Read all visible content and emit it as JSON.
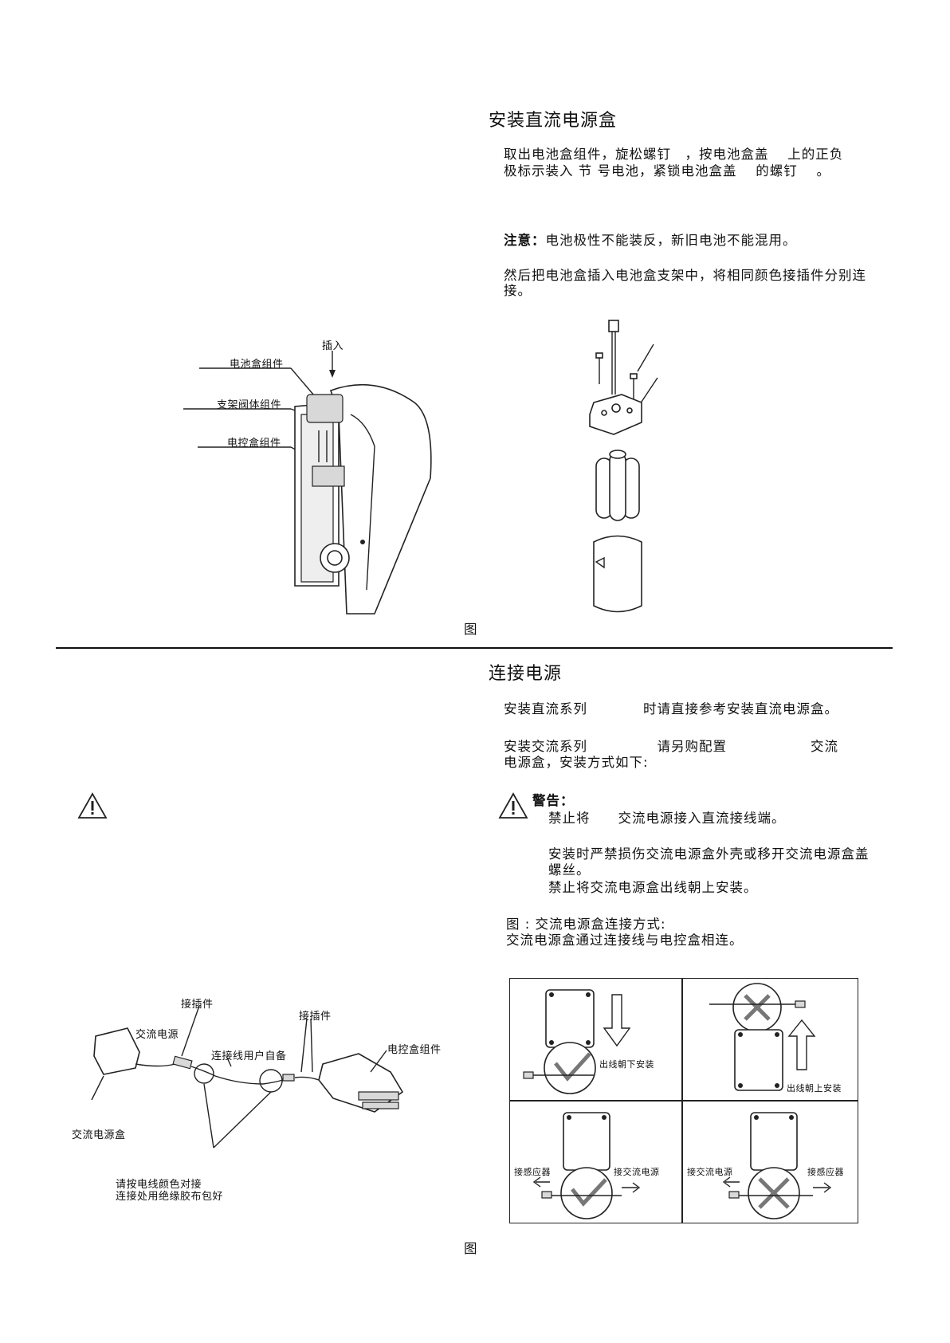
{
  "section1": {
    "title": "安装直流电源盒",
    "para1_line1": "取出电池盒组件，旋松螺钉　，按电池盒盖　 上的正负",
    "para1_line2": "极标示装入  节  号电池，紧锁电池盒盖　 的螺钉　 。",
    "note_label": "注意：",
    "note_text": "电池极性不能装反，新旧电池不能混用。",
    "para2_line1": "然后把电池盒插入电池盒支架中，将相同颜色接插件分别连",
    "para2_line2": "接。",
    "figure_label": "图"
  },
  "figure1_labels": {
    "insert": "插入",
    "battery_box": "电池盒组件",
    "bracket_valve": "支架阀体组件",
    "control_box": "电控盒组件"
  },
  "section2": {
    "title": "连接电源",
    "line_dc": "安装直流系列　　　　时请直接参考安装直流电源盒。",
    "line_ac1": "安装交流系列　　　　　请另购配置　　　　　　交流",
    "line_ac2": "电源盒，安装方式如下:",
    "warning_title": "警告：",
    "warn1": "禁止将　　交流电源接入直流接线端。",
    "warn2_line1": "安装时严禁损伤交流电源盒外壳或移开交流电源盒盖",
    "warn2_line2": "螺丝。",
    "warn3": "禁止将交流电源盒出线朝上安装。",
    "fig_caption1": "图  :  交流电源盒连接方式:",
    "fig_caption2": "交流电源盒通过连接线与电控盒相连。",
    "figure_label": "图"
  },
  "figure2_labels": {
    "connector1": "接插件",
    "connector2": "接插件",
    "ac_power": "交流电源",
    "user_cable": "连接线用户自备",
    "control_box": "电控盒组件",
    "ac_power_box": "交流电源盒",
    "note1": "请按电线颜色对接",
    "note2": "连接处用绝缘胶布包好"
  },
  "grid_labels": {
    "down_ok": "出线朝下安装",
    "up_bad": "出线朝上安装",
    "sensor_left": "接感应器",
    "ac_right": "接交流电源",
    "ac_left": "接交流电源",
    "sensor_right": "接感应器"
  }
}
